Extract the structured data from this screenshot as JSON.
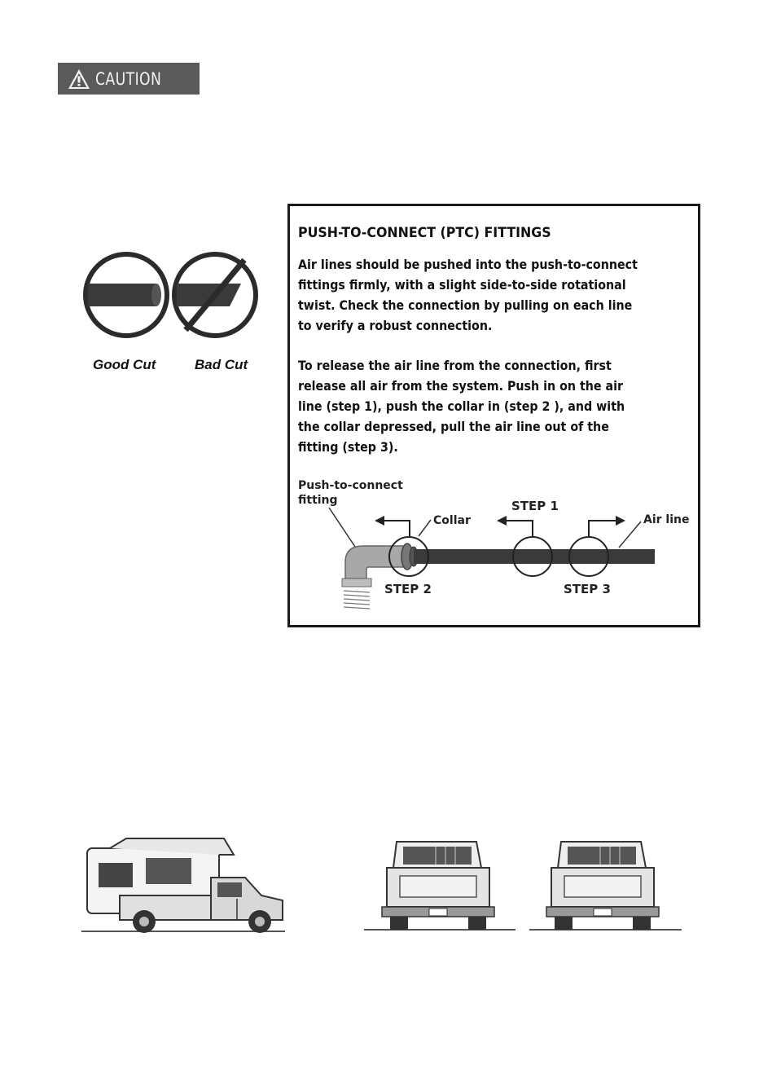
{
  "caution": {
    "label": "CAUTION",
    "icon": "warning-triangle-icon"
  },
  "cut_examples": {
    "good_label": "Good Cut",
    "bad_label": "Bad Cut"
  },
  "ptc": {
    "title": "PUSH-TO-CONNECT (PTC) FITTINGS",
    "para1_lines": [
      "Air lines should be pushed into the push-to-connect",
      "fittings firmly, with a slight side-to-side rotational",
      "twist. Check the connection by pulling on each line",
      "to verify a robust connection."
    ],
    "para2_lines": [
      "To release the air line from the connection, first",
      "release all air from the system. Push in on the air",
      "line (step 1), push the collar in (step 2 ), and with",
      "the collar depressed, pull the air line out of the",
      "fitting (step 3)."
    ],
    "diagram": {
      "fitting_label_line1": "Push-to-connect",
      "fitting_label_line2": "fitting",
      "collar_label": "Collar",
      "step1_label": "STEP 1",
      "step2_label": "STEP 2",
      "step3_label": "STEP 3",
      "airline_label": "Air line"
    }
  },
  "colors": {
    "caution_bg": "#5a5a5a",
    "line_dark": "#3a3a3a",
    "fitting_gray": "#a8a8a8"
  }
}
